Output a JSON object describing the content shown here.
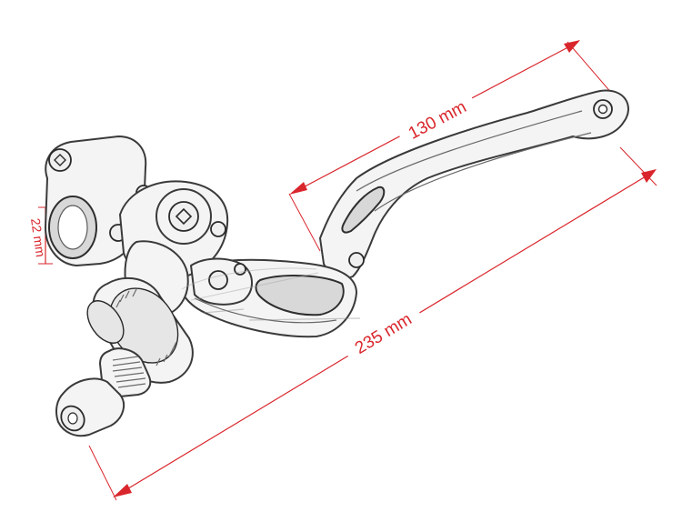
{
  "dimensions": {
    "lever_length": "130 mm",
    "total_length": "235 mm",
    "clamp_diameter": "22 mm"
  },
  "colors": {
    "dimension": "#d9262c",
    "outline": "#2e2e2e",
    "background": "#ffffff"
  }
}
